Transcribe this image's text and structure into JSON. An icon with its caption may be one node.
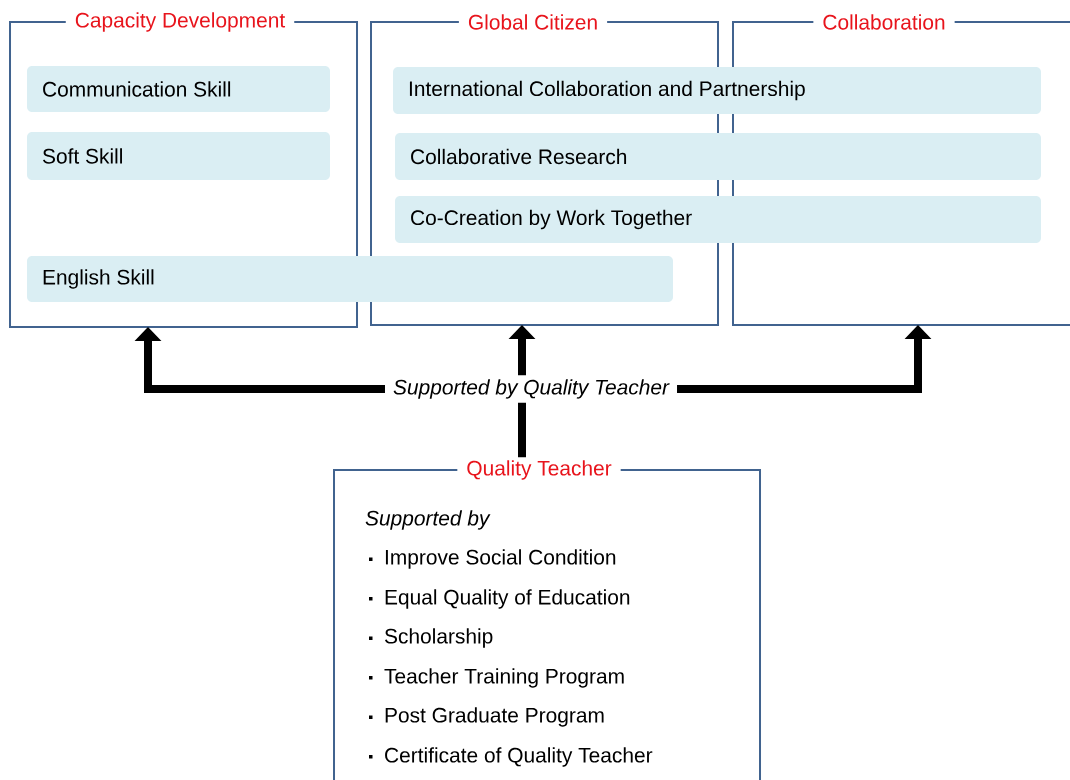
{
  "diagram": {
    "nodes": [
      {
        "text": [
          "Capacity Development"
        ]
      },
      {
        "text": [
          "Global Citizen"
        ]
      },
      {
        "text": [
          "Collaboration"
        ]
      },
      {
        "text": [
          "Communication Skill"
        ],
        "in": 0
      },
      {
        "text": [
          "Soft Skill"
        ],
        "in": 0
      },
      {
        "text": [
          "International Collaboration and Partnership"
        ]
      },
      {
        "text": [
          "Collaborative Research"
        ]
      },
      {
        "text": [
          "Co-Creation by Work Together"
        ]
      },
      {
        "text": [
          "English Skill"
        ]
      },
      {
        "text": [
          "Supported by Quality Teacher"
        ]
      },
      {
        "text": [
          "Quality Teacher",
          "Supported by",
          "Improve Social Condition",
          "Equal Quality of Education",
          "Scholarship",
          "Teacher Training Program",
          "Post Graduate Program",
          "Certificate of Quality Teacher"
        ]
      }
    ],
    "edges": [
      {
        "from": 9,
        "to": 0,
        "arrow": "to"
      },
      {
        "from": 9,
        "to": 1,
        "arrow": "to"
      },
      {
        "from": 9,
        "to": 2,
        "arrow": "to"
      },
      {
        "from": 10,
        "to": 9,
        "arrow": "none"
      }
    ]
  }
}
